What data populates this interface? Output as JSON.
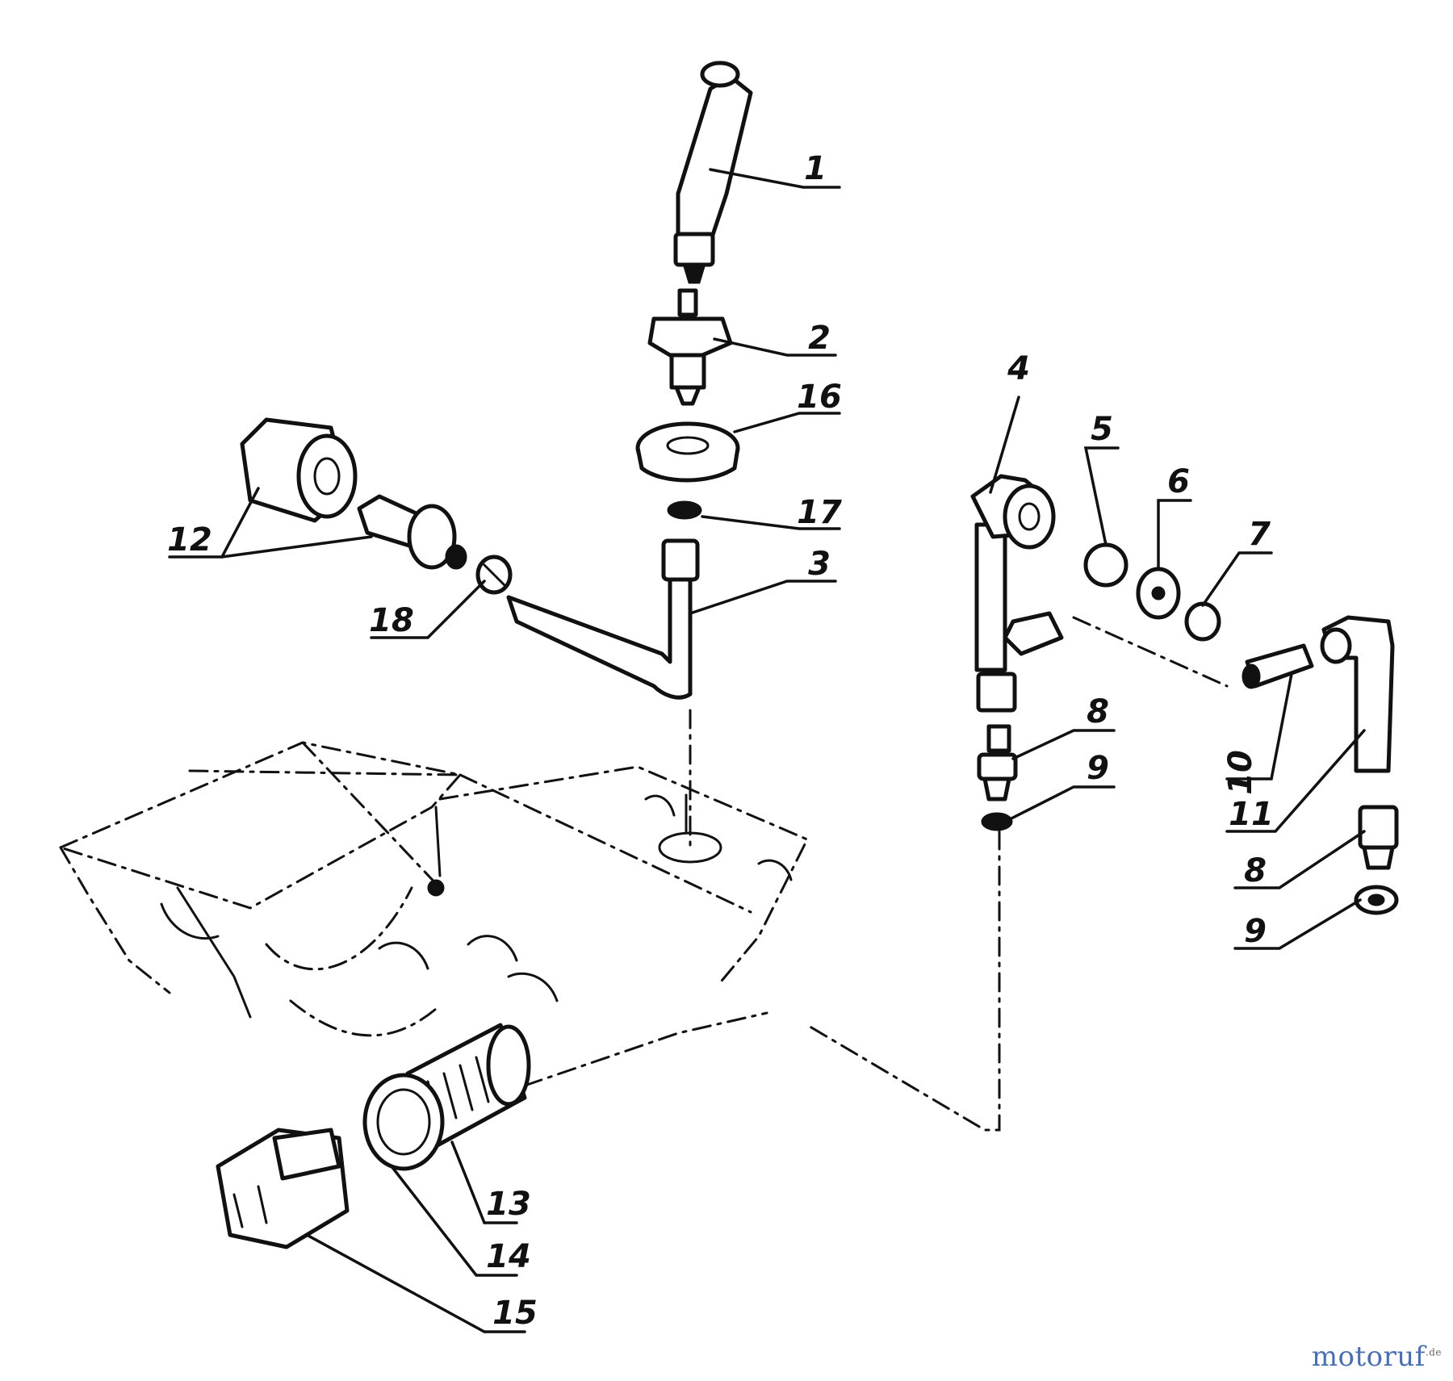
{
  "diagram": {
    "callouts": [
      {
        "id": "1",
        "text": "1"
      },
      {
        "id": "2",
        "text": "2"
      },
      {
        "id": "16",
        "text": "16"
      },
      {
        "id": "17",
        "text": "17"
      },
      {
        "id": "3",
        "text": "3"
      },
      {
        "id": "12",
        "text": "12"
      },
      {
        "id": "18",
        "text": "18"
      },
      {
        "id": "4",
        "text": "4"
      },
      {
        "id": "5",
        "text": "5"
      },
      {
        "id": "6",
        "text": "6"
      },
      {
        "id": "7",
        "text": "7"
      },
      {
        "id": "8a",
        "text": "8"
      },
      {
        "id": "9a",
        "text": "9"
      },
      {
        "id": "10",
        "text": "10"
      },
      {
        "id": "11",
        "text": "11"
      },
      {
        "id": "8b",
        "text": "8"
      },
      {
        "id": "9b",
        "text": "9"
      },
      {
        "id": "13",
        "text": "13"
      },
      {
        "id": "14",
        "text": "14"
      },
      {
        "id": "15",
        "text": "15"
      }
    ]
  },
  "watermark": {
    "text": "motoruf",
    "suffix": ".de",
    "color": "#4a6fb0"
  }
}
